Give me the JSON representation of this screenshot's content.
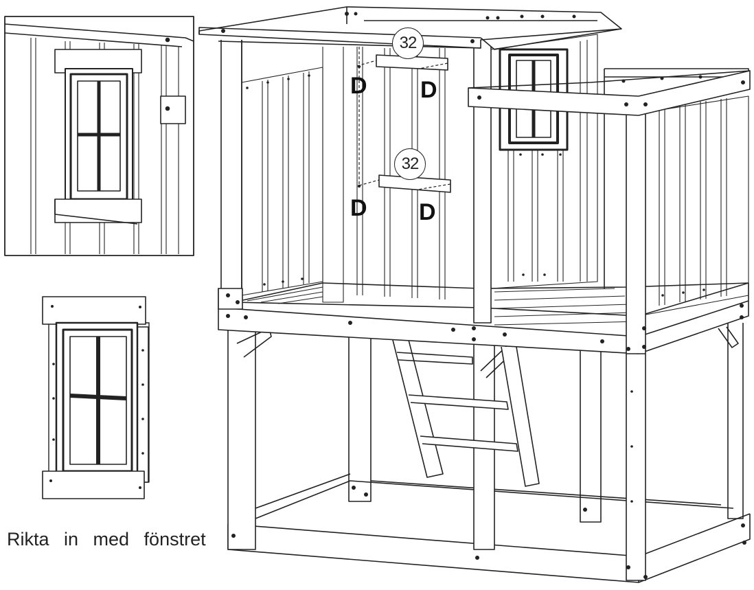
{
  "caption": "Rikta in med fönstret",
  "callouts": [
    {
      "label": "32"
    },
    {
      "label": "32"
    }
  ],
  "fastener_labels": [
    "D",
    "D",
    "D",
    "D"
  ],
  "colors": {
    "line": "#222222",
    "background": "#ffffff"
  }
}
